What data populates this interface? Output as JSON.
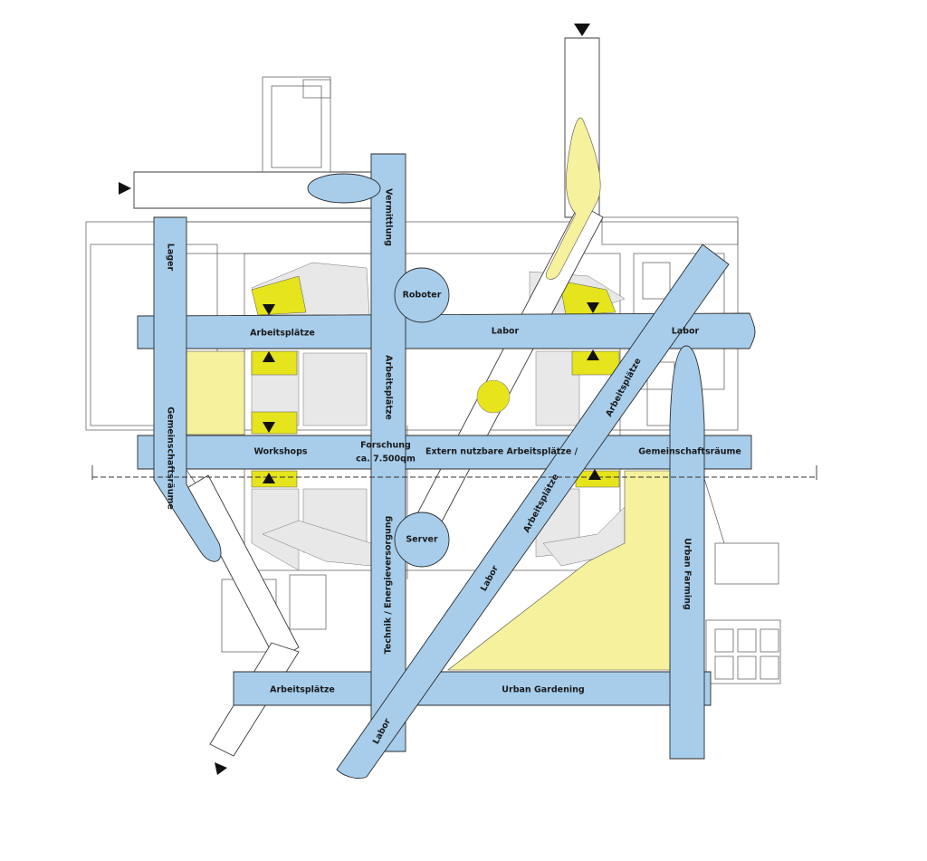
{
  "labels": {
    "vermittlung": "Vermittlung",
    "lager": "Lager",
    "roboter": "Roboter",
    "arbeitsplaetze_top": "Arbeitsplätze",
    "labor_center": "Labor",
    "labor_right": "Labor",
    "arbeitsplaetze_mid": "Arbeitsplätze",
    "arbeitsplaetze_diag_upper": "Arbeitsplätze",
    "gemeinschaftsraeume_left": "Gemeinschaftsräume",
    "workshops": "Workshops",
    "forschung_1": "Forschung",
    "forschung_2": "ca. 7.500qm",
    "extern": "Extern nutzbare Arbeitsplätze /",
    "gemeinschaftsraeume_right": "Gemeinschaftsräume",
    "arbeitsplaetze_diag_lower": "Arbeitsplätze",
    "server": "Server",
    "technik": "Technik / Energieversorgung",
    "labor_diag": "Labor",
    "urban_farming": "Urban Farming",
    "arbeitsplaetze_bottom": "Arbeitsplätze",
    "urban_gardening": "Urban Gardening",
    "labor_bottom": "Labor"
  },
  "colors": {
    "corridor": "#a7cdeb",
    "yellow_area": "#f5f19c",
    "yellow_dot": "#e8e41c",
    "outline": "#2b2b2b"
  },
  "icons": [
    "entrance-arrow-icon",
    "triangle-marker-icon"
  ]
}
